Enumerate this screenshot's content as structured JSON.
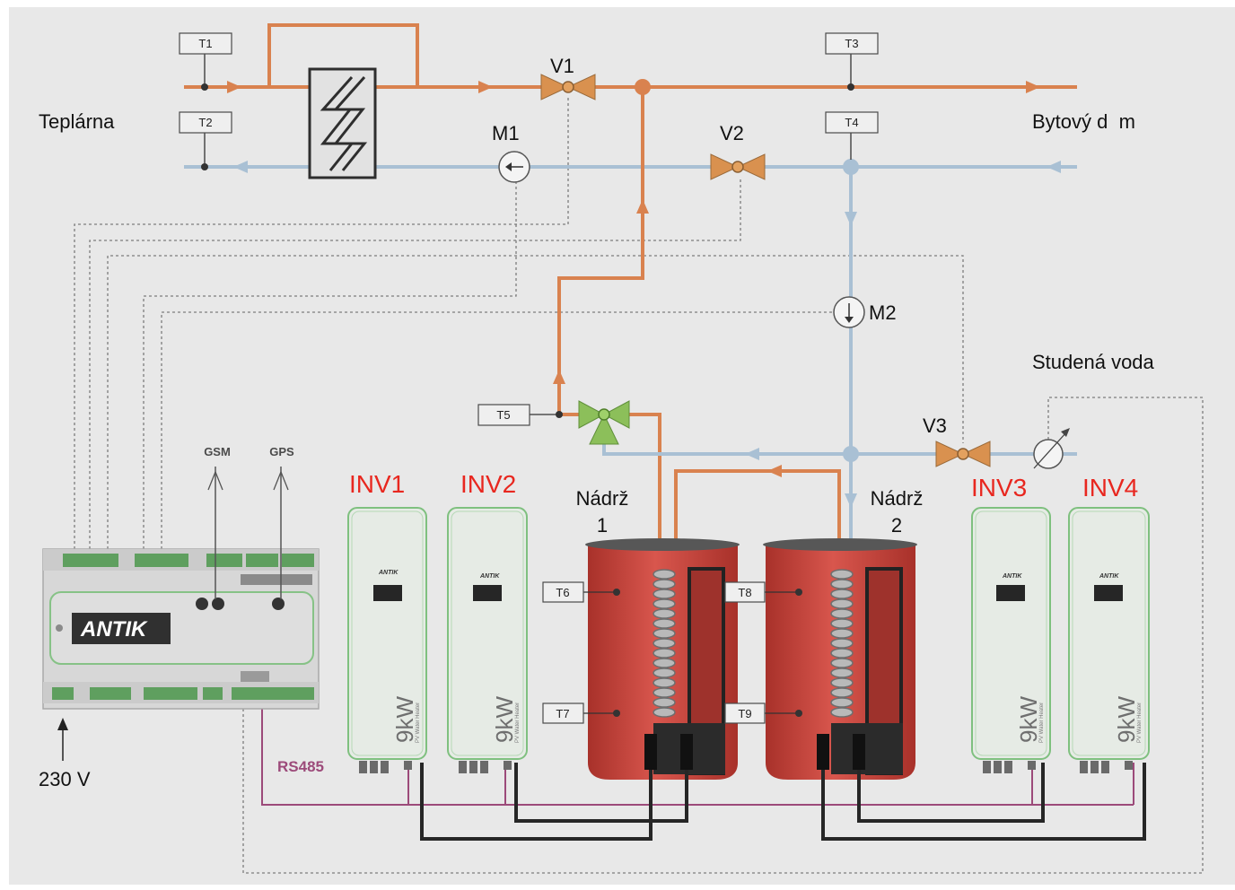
{
  "diagram": {
    "source_label": "Teplárna",
    "destination_label": "Bytový d  m",
    "cold_water_label": "Studená voda",
    "power_label": "230 V",
    "bus_label": "RS485"
  },
  "sensors": [
    "T1",
    "T2",
    "T3",
    "T4",
    "T5",
    "T6",
    "T7",
    "T8",
    "T9"
  ],
  "valves": [
    "V1",
    "V2",
    "V3"
  ],
  "pumps": [
    "M1",
    "M2"
  ],
  "controller": {
    "brand": "ANTIK",
    "antennas": [
      "GSM",
      "GPS"
    ]
  },
  "inverters": [
    {
      "label": "INV1",
      "rating": "9kW",
      "product": "PV Water Heater"
    },
    {
      "label": "INV2",
      "rating": "9kW",
      "product": "PV Water Heater"
    },
    {
      "label": "INV3",
      "rating": "9kW",
      "product": "PV Water Heater"
    },
    {
      "label": "INV4",
      "rating": "9kW",
      "product": "PV Water Heater"
    }
  ],
  "tanks": [
    {
      "name": "Nádrž",
      "number": "1"
    },
    {
      "name": "Nádrž",
      "number": "2"
    }
  ],
  "colors": {
    "hot_pipe": "#d9824f",
    "cold_pipe": "#a9c0d4",
    "label_red": "#e8271f",
    "bus_line": "#9c4a7a",
    "three_way_valve": "#8cbf5a",
    "tank": "#c9423b"
  }
}
